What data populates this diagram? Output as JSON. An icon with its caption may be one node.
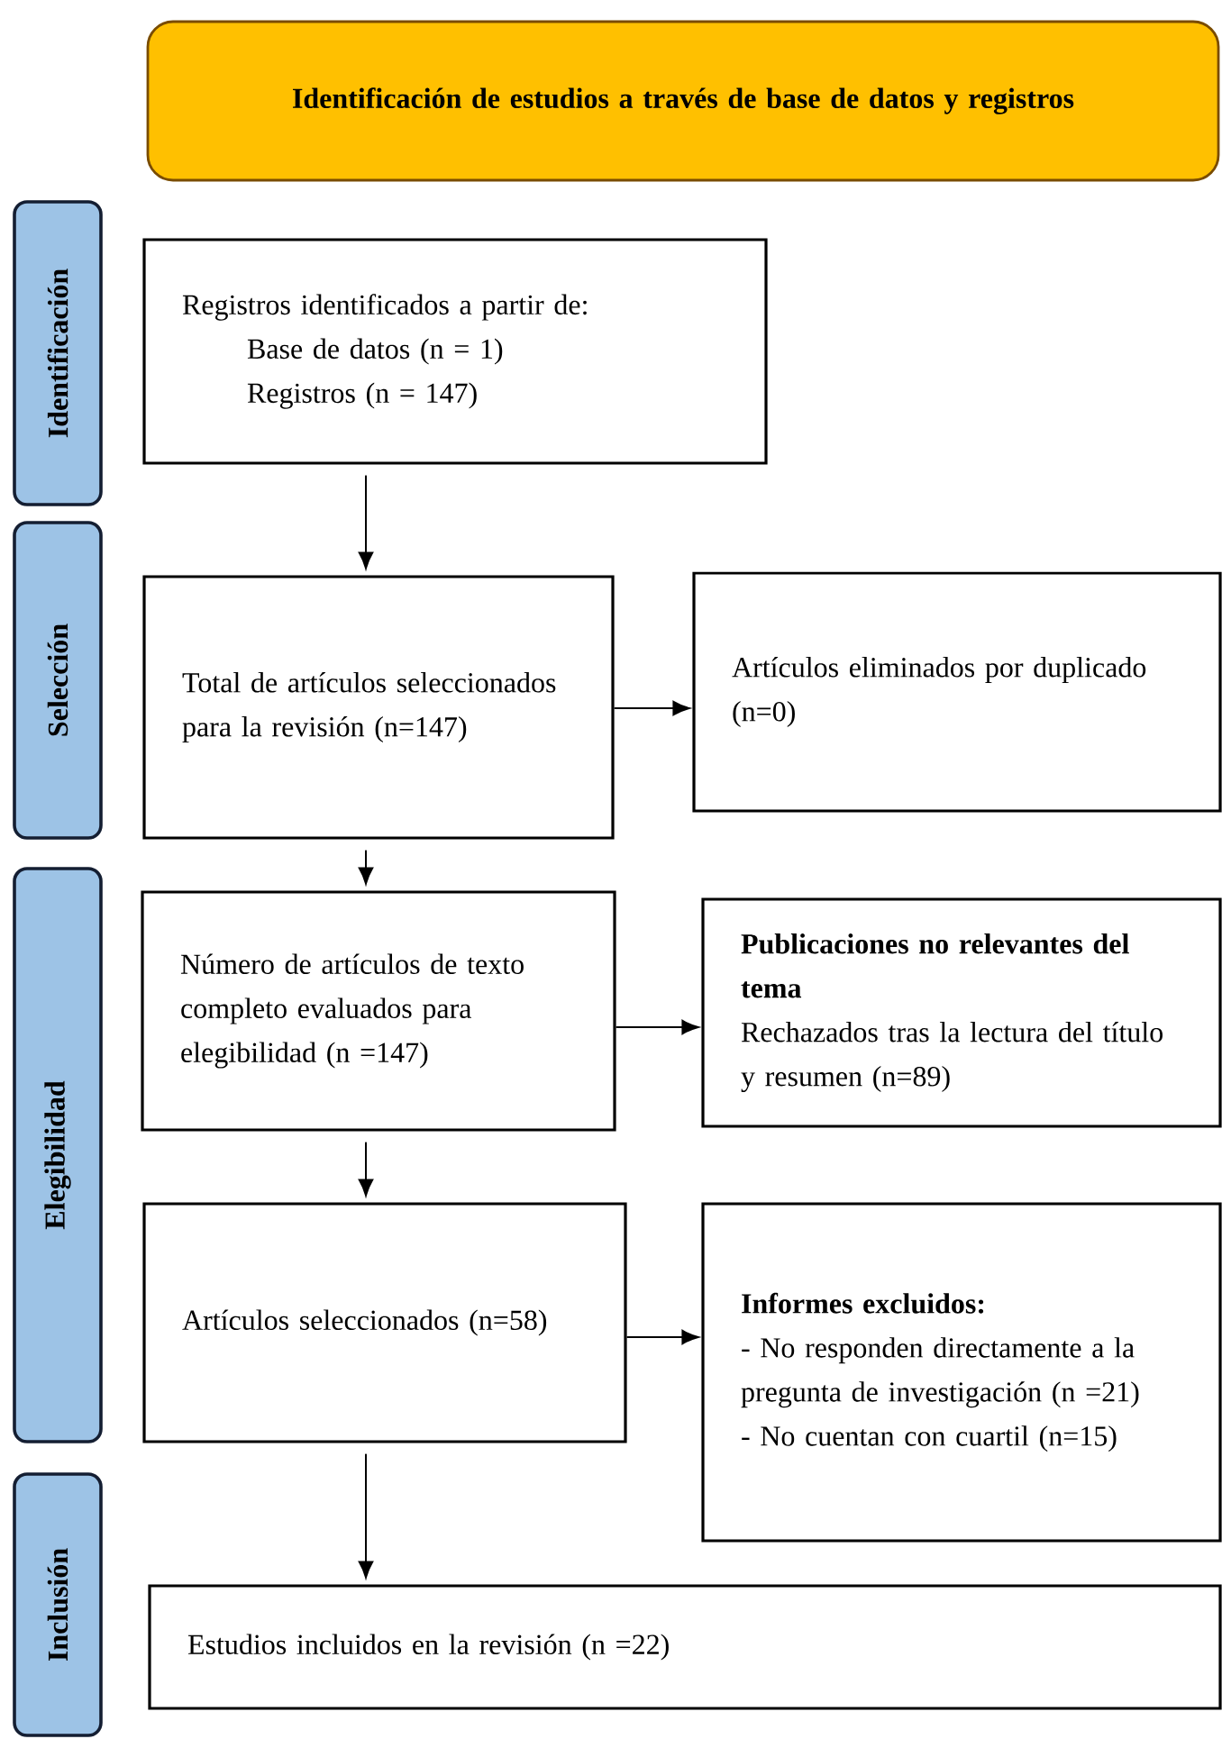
{
  "diagram": {
    "nodes": [
      {
        "text": [
          "Identificación de estudios a través de base de datos y registros"
        ]
      },
      {
        "text": [
          "Identificación"
        ]
      },
      {
        "text": [
          "Selección"
        ]
      },
      {
        "text": [
          "Elegibilidad"
        ]
      },
      {
        "text": [
          "Inclusión"
        ]
      },
      {
        "text": [
          "Registros identificados a partir de:",
          "Base de datos (n = 1)",
          "Registros (n = 147)"
        ]
      },
      {
        "text": [
          "Total de artículos seleccionados para la revisión (n=147)"
        ]
      },
      {
        "text": [
          "Artículos eliminados por duplicado (n=0)"
        ]
      },
      {
        "text": [
          "Número de artículos de texto completo evaluados para elegibilidad (n =147)"
        ]
      },
      {
        "text": [
          "Publicaciones no relevantes del tema",
          "Rechazados tras la lectura del título y resumen (n=89)"
        ]
      },
      {
        "text": [
          "Artículos seleccionados (n=58)"
        ]
      },
      {
        "text": [
          "Informes excluidos:",
          "- No responden directamente a la pregunta de investigación (n =21)",
          "- No cuentan con cuartil (n=15)"
        ]
      },
      {
        "text": [
          "Estudios incluidos en la revisión (n =22)"
        ]
      }
    ],
    "edges": [
      {
        "from": 5,
        "to": 6,
        "arrow": "to"
      },
      {
        "from": 6,
        "to": 7,
        "arrow": "to"
      },
      {
        "from": 6,
        "to": 8,
        "arrow": "to"
      },
      {
        "from": 8,
        "to": 9,
        "arrow": "to"
      },
      {
        "from": 8,
        "to": 10,
        "arrow": "to"
      },
      {
        "from": 10,
        "to": 11,
        "arrow": "to"
      },
      {
        "from": 10,
        "to": 12,
        "arrow": "to"
      }
    ]
  }
}
